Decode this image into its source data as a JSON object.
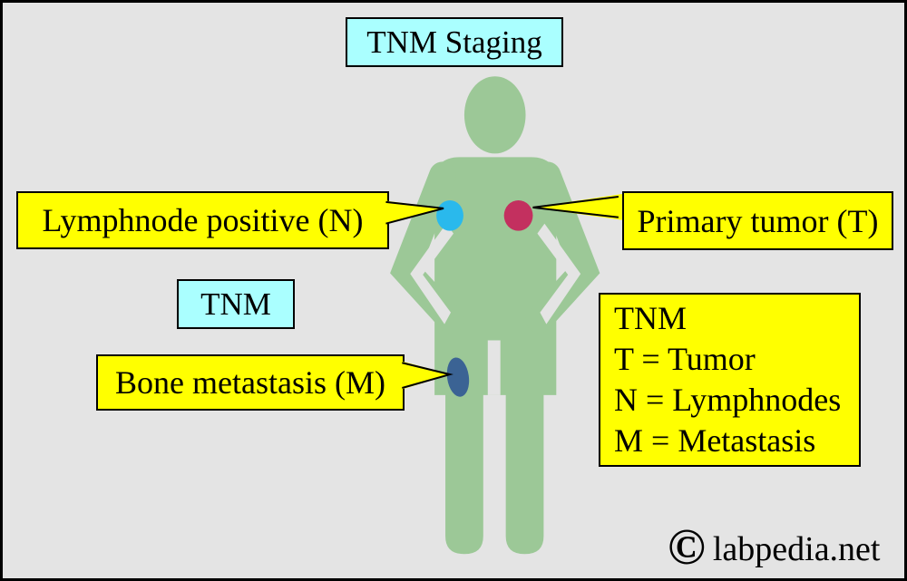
{
  "title": "TNM Staging",
  "callouts": {
    "lymphnode": {
      "label": "Lymphnode positive (N)"
    },
    "tumor": {
      "label": "Primary tumor (T)"
    },
    "bone": {
      "label": "Bone metastasis (M)"
    }
  },
  "tnm_box": {
    "label": "TNM"
  },
  "legend": {
    "lines": [
      "TNM",
      "T = Tumor",
      "N = Lymphnodes",
      "M = Metastasis"
    ]
  },
  "watermark": {
    "symbol": "©",
    "text": "labpedia.net"
  },
  "colors": {
    "background": "#e4e4e4",
    "figure_green": "#9cc897",
    "label_yellow": "#ffff00",
    "heading_cyan": "#aaffff",
    "lymph_marker": "#2ab9ec",
    "tumor_marker": "#c3305f",
    "bone_marker": "#3b6394",
    "border": "#000000"
  }
}
